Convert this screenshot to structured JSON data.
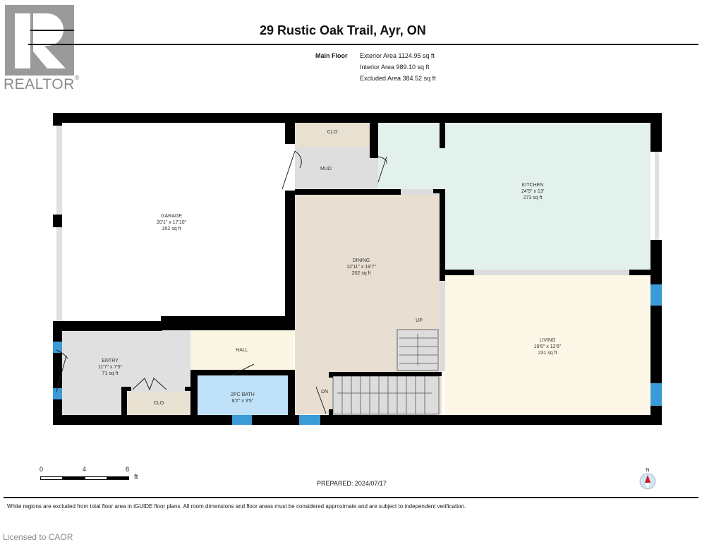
{
  "logo": {
    "brand": "REALTOR",
    "mark": "®",
    "icon": "realtor-r-logo"
  },
  "header": {
    "title": "29 Rustic Oak Trail, Ayr, ON",
    "floor_label": "Main Floor",
    "areas": [
      "Exterior Area 1124.95 sq ft",
      "Interior Area 989.10 sq ft",
      "Excluded Area 384.52 sq ft"
    ]
  },
  "rooms": [
    {
      "name": "GARAGE",
      "dims": "20'1\" x 17'10\"",
      "area": "352 sq ft",
      "color": "#ffffff"
    },
    {
      "name": "KITCHEN",
      "dims": "24'5\" x 13'",
      "area": "273 sq ft",
      "color": "#e3f1ec"
    },
    {
      "name": "DINING",
      "dims": "12'11\" x 19'7\"",
      "area": "202 sq ft",
      "color": "#e8dfd2"
    },
    {
      "name": "LIVING",
      "dims": "18'6\" x 12'6\"",
      "area": "231 sq ft",
      "color": "#fcf7e6"
    },
    {
      "name": "ENTRY",
      "dims": "11'7\" x 7'5\"",
      "area": "71 sq ft",
      "color": "#e0e0e0"
    },
    {
      "name": "2PC BATH",
      "dims": "8'2\" x 3'5\"",
      "area": "",
      "color": "#bfe2f8"
    }
  ],
  "small_labels": {
    "clo_top": "CLO",
    "mud": "MUD",
    "hall": "HALL",
    "clo_bottom": "CLO",
    "up": "UP",
    "dn": "DN"
  },
  "colors": {
    "wall": "#000000",
    "window": "#3b9bd6",
    "stair": "#dcdcdc",
    "clo": "#e8e0d0",
    "hall": "#fbf6e3",
    "mud": "#dedede"
  },
  "scale": {
    "ticks": [
      "0",
      "4",
      "8"
    ],
    "unit": "ft"
  },
  "prepared": "PREPARED: 2024/07/17",
  "compass": {
    "label": "N"
  },
  "disclaimer": "White regions are excluded from total floor area in iGUIDE floor plans. All room dimensions and floor areas must be considered approximate and are subject to independent verification.",
  "licensed": "Licensed to CAOR"
}
